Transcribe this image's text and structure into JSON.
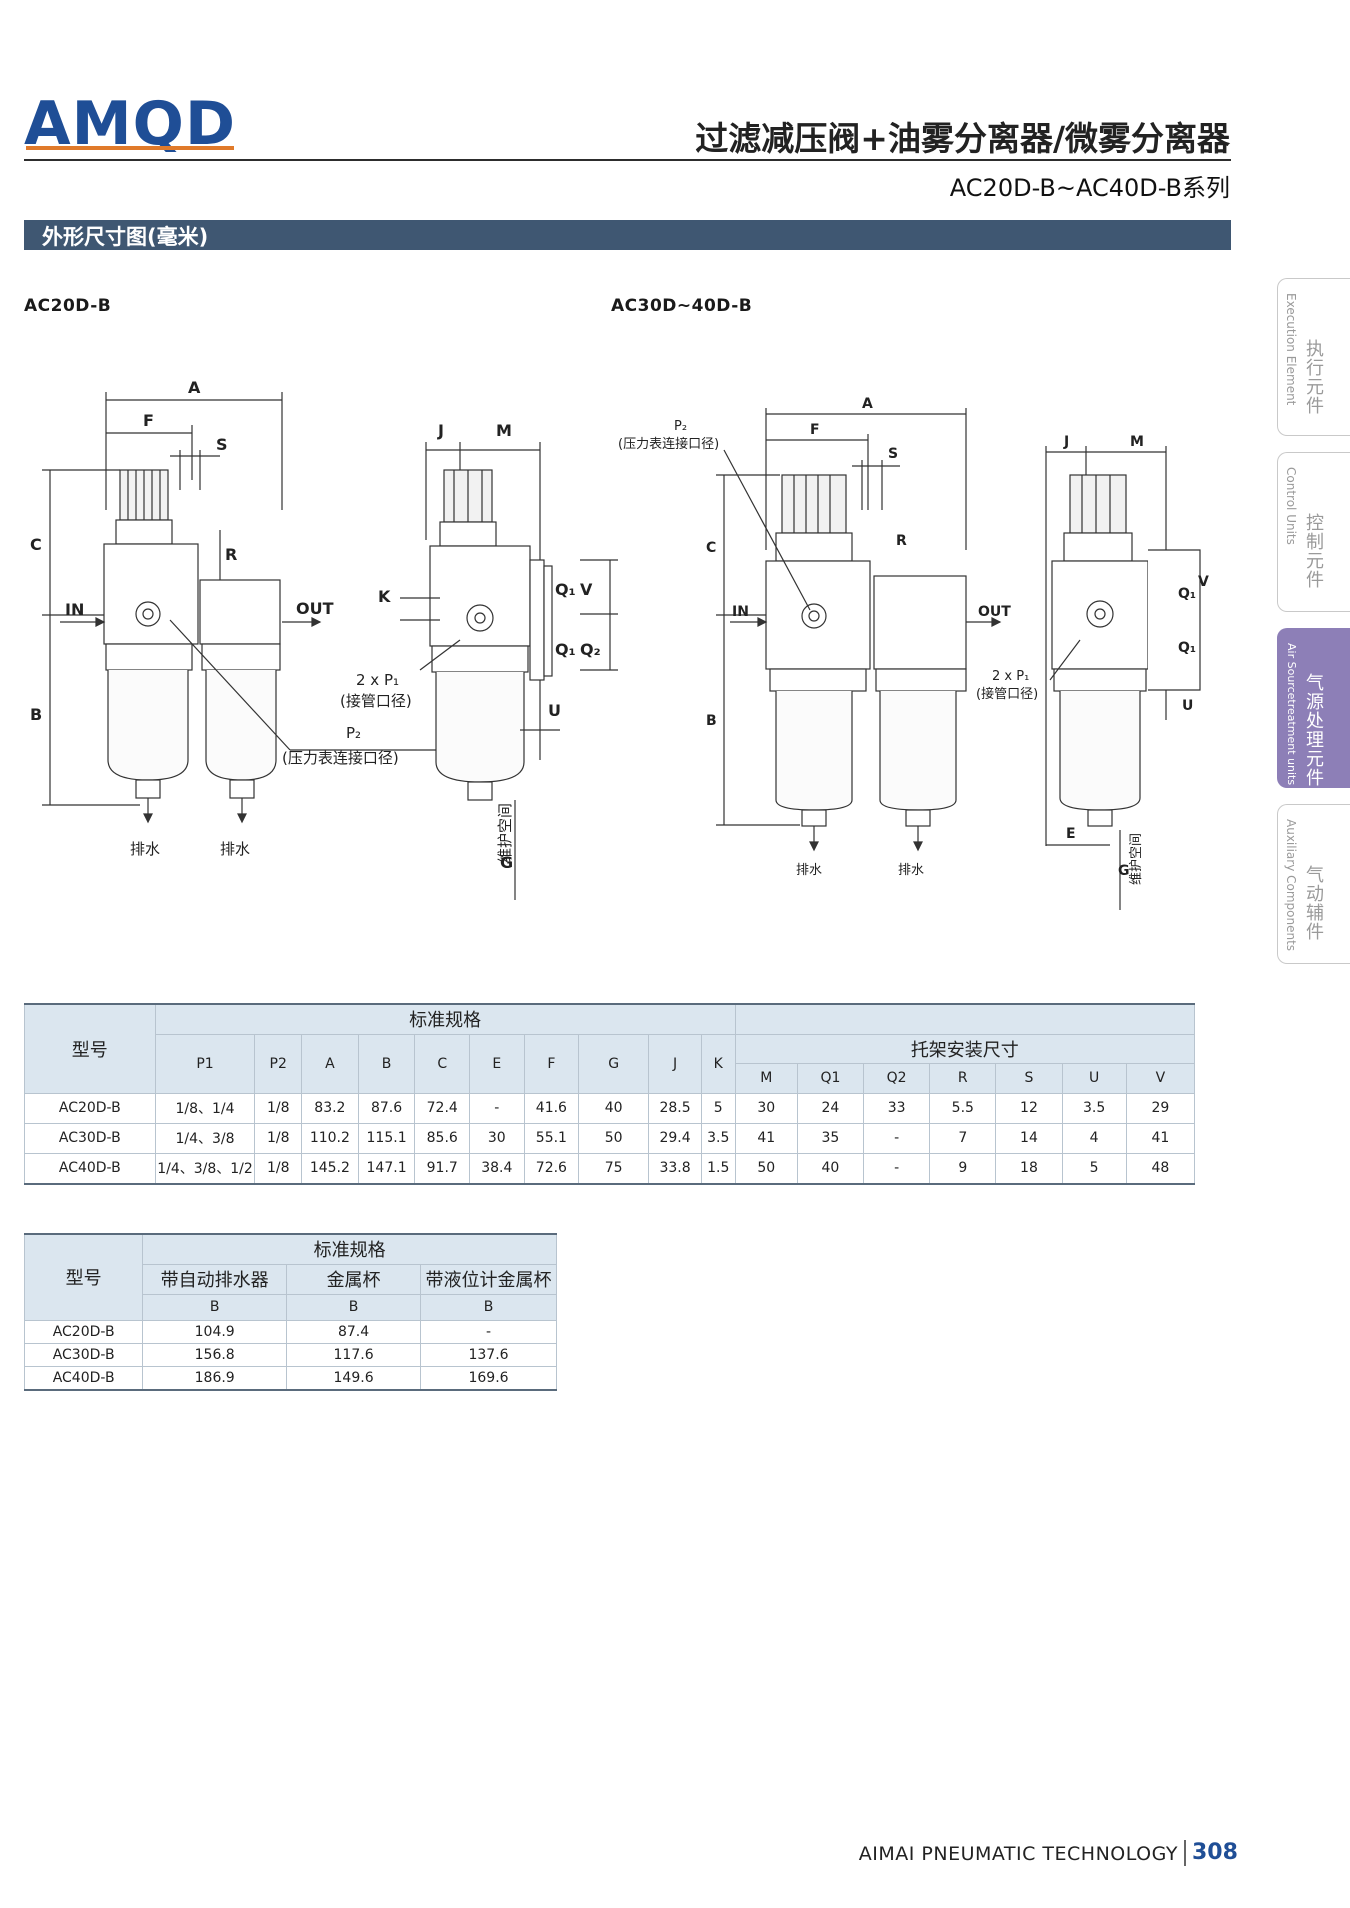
{
  "header": {
    "brand": "AMQD",
    "title_cn": "过滤减压阀+油雾分离器/微雾分离器",
    "series": "AC20D-B~AC40D-B系列"
  },
  "section_title": "外形尺寸图(毫米)",
  "drawings": {
    "left": {
      "model": "AC20D-B",
      "labels": {
        "A": "A",
        "F": "F",
        "S": "S",
        "R": "R",
        "C": "C",
        "B": "B",
        "IN": "IN",
        "OUT": "OUT",
        "J": "J",
        "M": "M",
        "K": "K",
        "Q1": "Q₁",
        "V": "V",
        "Q2": "Q₂",
        "U": "U",
        "G": "G",
        "p1": "2 x P₁",
        "p1_note": "(接管口径)",
        "p2": "P₂",
        "p2_note": "(压力表连接口径)",
        "drain1": "排水",
        "drain2": "排水",
        "maint": "维护空间"
      }
    },
    "right": {
      "model": "AC30D~40D-B",
      "labels": {
        "A": "A",
        "F": "F",
        "S": "S",
        "R": "R",
        "C": "C",
        "B": "B",
        "IN": "IN",
        "OUT": "OUT",
        "J": "J",
        "M": "M",
        "Q1a": "Q₁",
        "V": "V",
        "Q1b": "Q₁",
        "U": "U",
        "E": "E",
        "G": "G",
        "p1": "2 x P₁",
        "p1_note": "(接管口径)",
        "p2": "P₂",
        "p2_note": "(压力表连接口径)",
        "drain1": "排水",
        "drain2": "排水",
        "maint": "维护空间"
      }
    }
  },
  "side_tabs": [
    {
      "en": "Execution Element",
      "cn": "执行元件"
    },
    {
      "en": "Control Units",
      "cn": "控制元件"
    },
    {
      "en": "Air Sourcetreatment units",
      "cn": "气源处理元件"
    },
    {
      "en": "Auxiliary Components",
      "cn": "气动辅件"
    }
  ],
  "table1": {
    "model_header": "型号",
    "std_header": "标准规格",
    "bracket_header": "托架安装尺寸",
    "cols": [
      "P1",
      "P2",
      "A",
      "B",
      "C",
      "E",
      "F",
      "G",
      "J",
      "K"
    ],
    "bracket_cols": [
      "M",
      "Q1",
      "Q2",
      "R",
      "S",
      "U",
      "V"
    ],
    "rows": [
      [
        "AC20D-B",
        "1/8、1/4",
        "1/8",
        "83.2",
        "87.6",
        "72.4",
        "-",
        "41.6",
        "40",
        "28.5",
        "5",
        "30",
        "24",
        "33",
        "5.5",
        "12",
        "3.5",
        "29"
      ],
      [
        "AC30D-B",
        "1/4、3/8",
        "1/8",
        "110.2",
        "115.1",
        "85.6",
        "30",
        "55.1",
        "50",
        "29.4",
        "3.5",
        "41",
        "35",
        "-",
        "7",
        "14",
        "4",
        "41"
      ],
      [
        "AC40D-B",
        "1/4、3/8、1/2",
        "1/8",
        "145.2",
        "147.1",
        "91.7",
        "38.4",
        "72.6",
        "75",
        "33.8",
        "1.5",
        "50",
        "40",
        "-",
        "9",
        "18",
        "5",
        "48"
      ]
    ]
  },
  "table2": {
    "model_header": "型号",
    "std_header": "标准规格",
    "cols": [
      "带自动排水器",
      "金属杯",
      "带液位计金属杯"
    ],
    "sub": [
      "B",
      "B",
      "B"
    ],
    "rows": [
      [
        "AC20D-B",
        "104.9",
        "87.4",
        "-"
      ],
      [
        "AC30D-B",
        "156.8",
        "117.6",
        "137.6"
      ],
      [
        "AC40D-B",
        "186.9",
        "149.6",
        "169.6"
      ]
    ]
  },
  "footer": {
    "company": "AIMAI PNEUMATIC TECHNOLOGY",
    "page": "308"
  },
  "colors": {
    "brand": "#1f4e96",
    "section_bar": "#3f5772",
    "table_header": "#dbe6ef",
    "active_tab": "#8d7fb7"
  }
}
